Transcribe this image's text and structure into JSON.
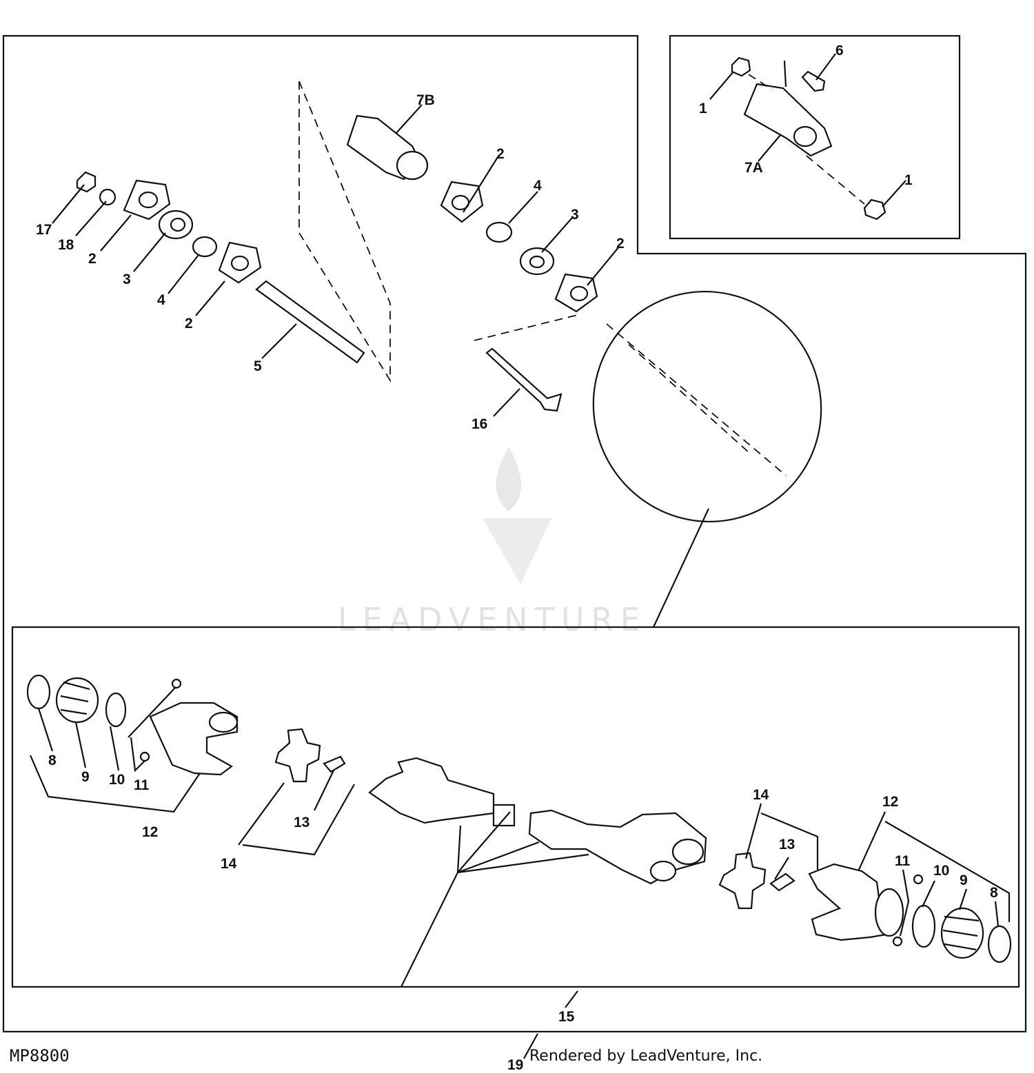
{
  "figure_code": "MP8800",
  "footer_text": "Rendered by LeadVenture, Inc.",
  "watermark": {
    "text": "LEADVENTURE"
  },
  "callouts": [
    {
      "id": "c17",
      "label": "17"
    },
    {
      "id": "c18",
      "label": "18"
    },
    {
      "id": "c2a",
      "label": "2"
    },
    {
      "id": "c3a",
      "label": "3"
    },
    {
      "id": "c4a",
      "label": "4"
    },
    {
      "id": "c2b",
      "label": "2"
    },
    {
      "id": "c5",
      "label": "5"
    },
    {
      "id": "c7b",
      "label": "7B"
    },
    {
      "id": "c2c",
      "label": "2"
    },
    {
      "id": "c4b",
      "label": "4"
    },
    {
      "id": "c3b",
      "label": "3"
    },
    {
      "id": "c2d",
      "label": "2"
    },
    {
      "id": "c16",
      "label": "16"
    },
    {
      "id": "c1a",
      "label": "1"
    },
    {
      "id": "c6",
      "label": "6"
    },
    {
      "id": "c7a",
      "label": "7A"
    },
    {
      "id": "c1b",
      "label": "1"
    },
    {
      "id": "c8a",
      "label": "8"
    },
    {
      "id": "c9a",
      "label": "9"
    },
    {
      "id": "c10a",
      "label": "10"
    },
    {
      "id": "c11a",
      "label": "11"
    },
    {
      "id": "c12a",
      "label": "12"
    },
    {
      "id": "c14a",
      "label": "14"
    },
    {
      "id": "c13a",
      "label": "13"
    },
    {
      "id": "c14b",
      "label": "14"
    },
    {
      "id": "c12b",
      "label": "12"
    },
    {
      "id": "c13b",
      "label": "13"
    },
    {
      "id": "c11b",
      "label": "11"
    },
    {
      "id": "c10b",
      "label": "10"
    },
    {
      "id": "c9b",
      "label": "9"
    },
    {
      "id": "c8b",
      "label": "8"
    },
    {
      "id": "c15",
      "label": "15"
    },
    {
      "id": "c19",
      "label": "19"
    }
  ]
}
